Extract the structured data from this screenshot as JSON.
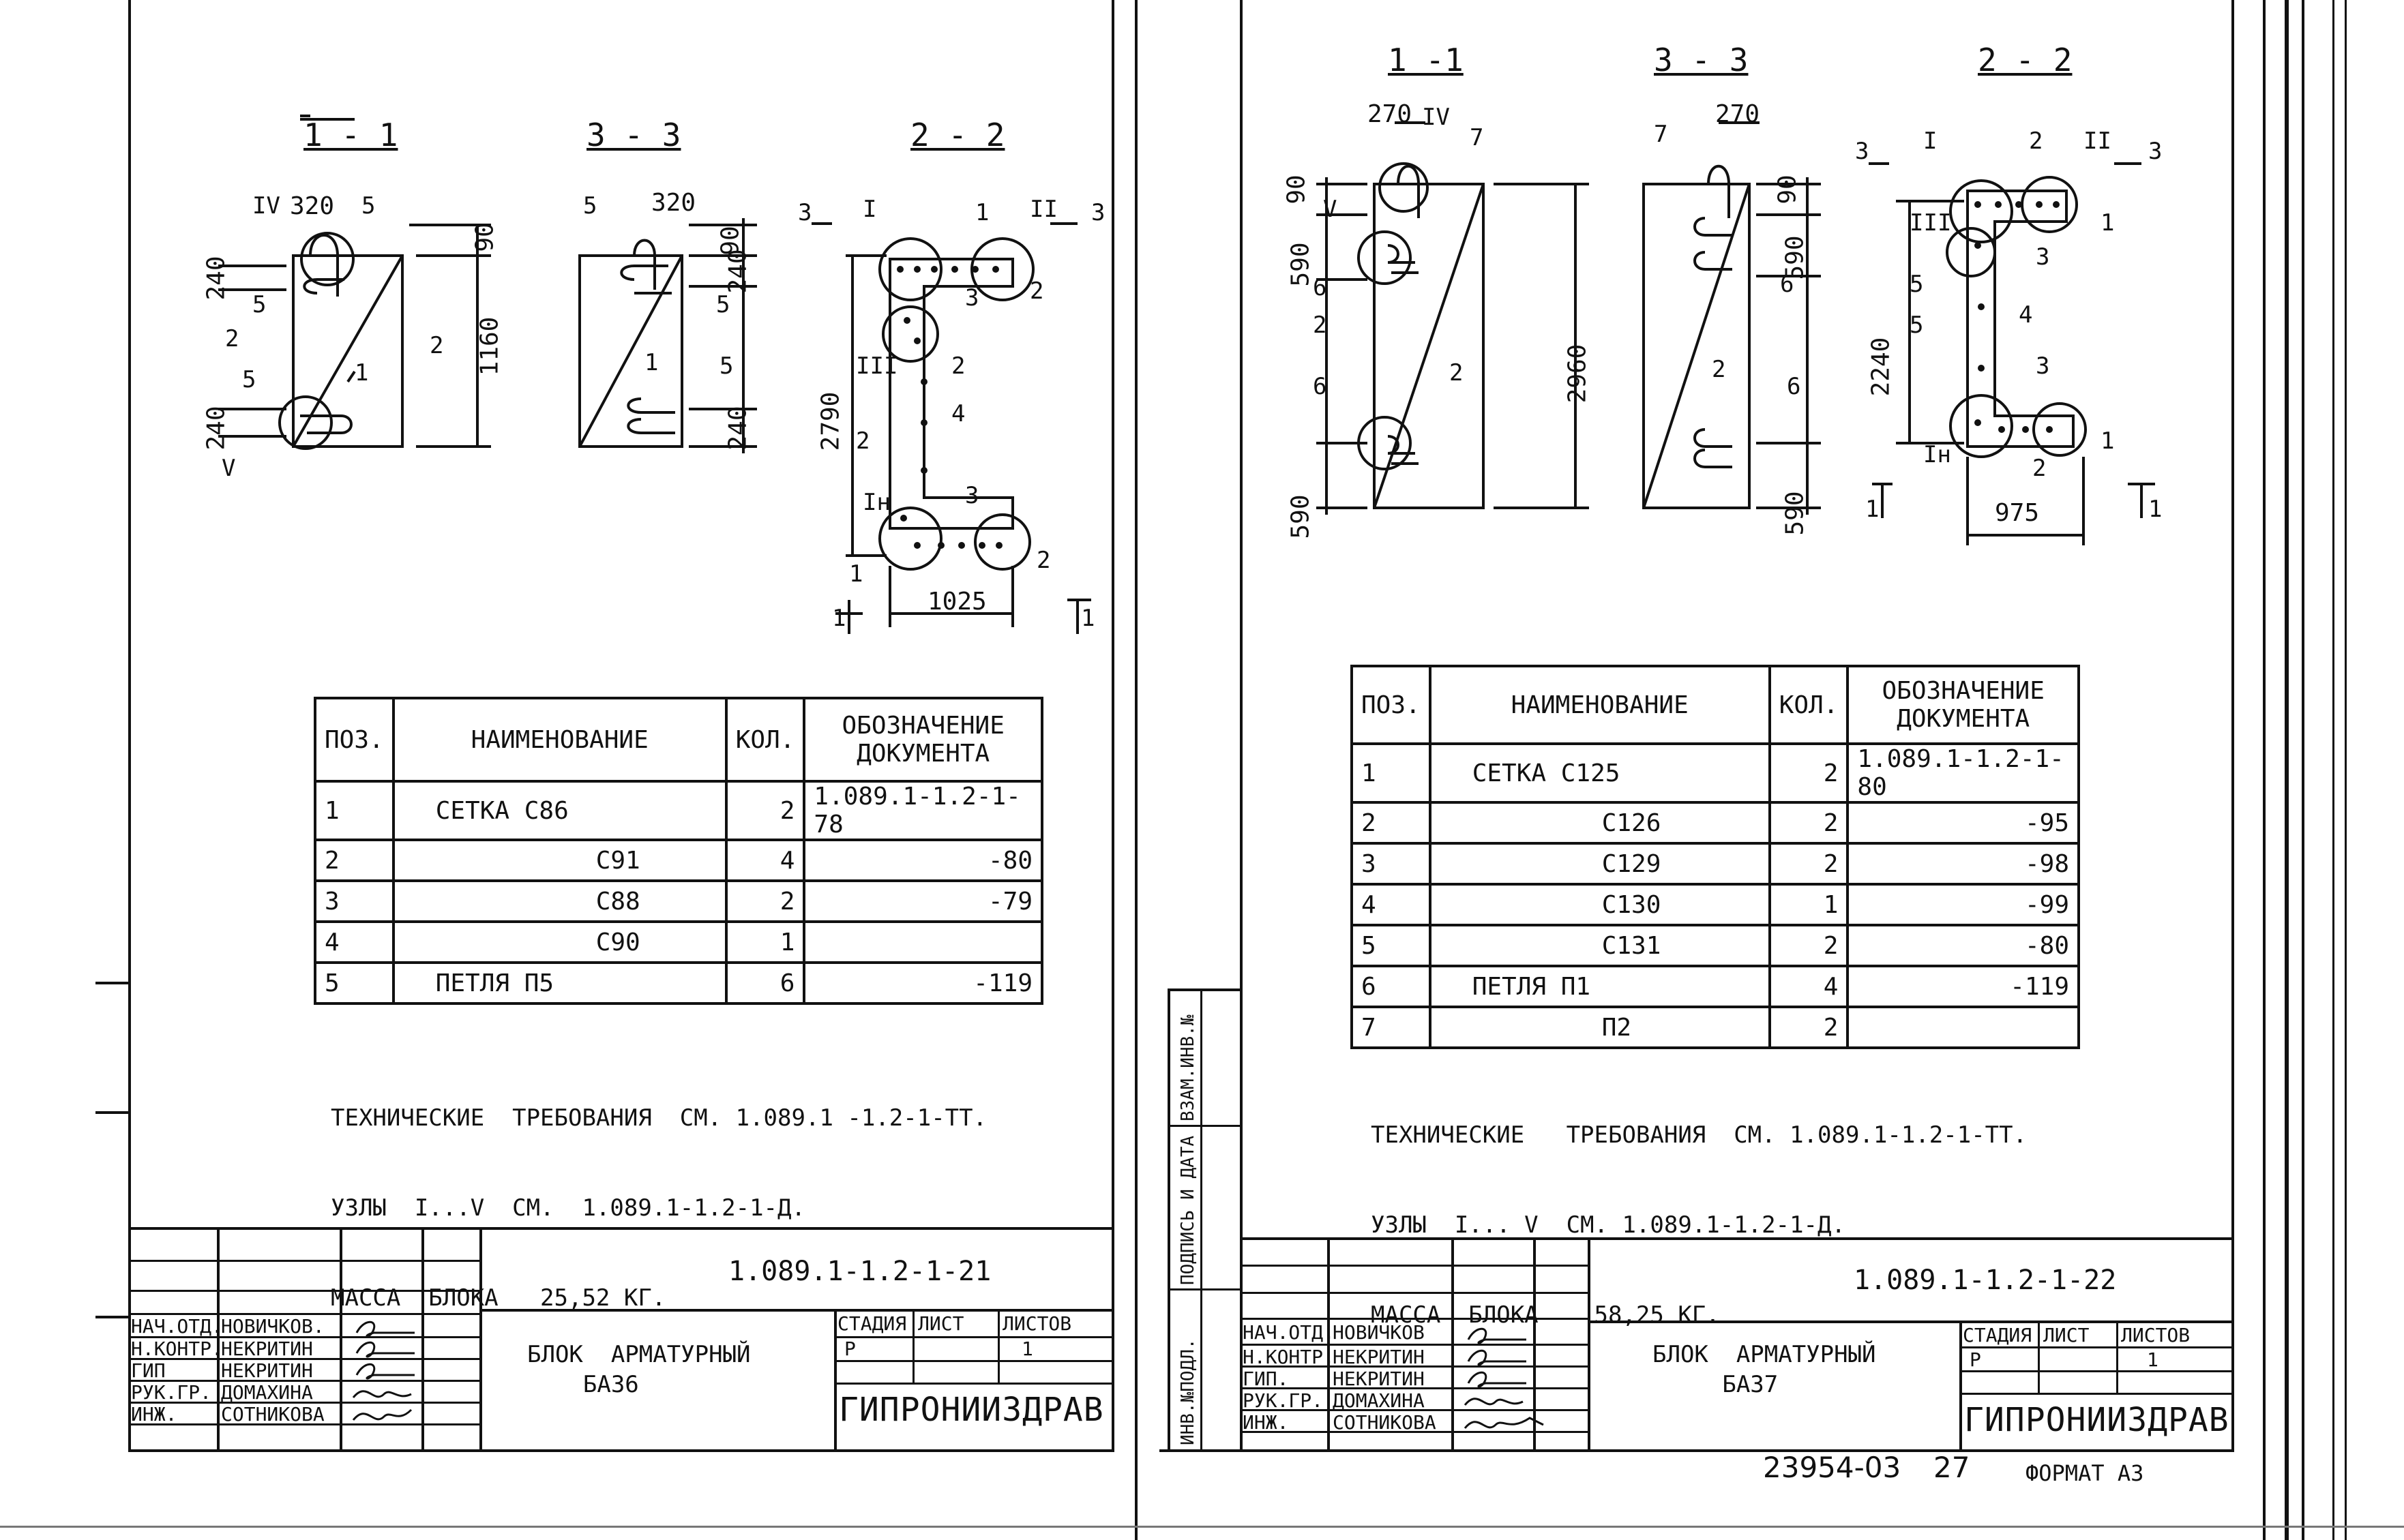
{
  "left_sheet": {
    "sections": {
      "s11": "1 - 1",
      "s33": "3 - 3",
      "s22": "2 - 2"
    },
    "dims": {
      "d320a": "320",
      "d90": "90",
      "d240a": "240",
      "d240b": "240",
      "d1160": "1160",
      "d320b": "320",
      "d90b": "90",
      "d240c": "240",
      "d240d": "240",
      "d2790": "2790",
      "d1025": "1025"
    },
    "labels": {
      "IV": "IV",
      "V": "V",
      "I": "I",
      "II": "II",
      "III": "III",
      "In": "Iн",
      "n5a": "5",
      "n5b": "5",
      "n5c": "5",
      "n1a": "1",
      "n2a": "2",
      "n2b": "2",
      "n5d": "5",
      "n5e": "5",
      "n1b": "1",
      "n5f": "5",
      "n1c": "1",
      "n2c": "2",
      "n3a": "3",
      "n2d": "2",
      "n4": "4",
      "n2e": "2",
      "n3b": "3",
      "n2f": "2",
      "n1d": "1",
      "n3c": "3",
      "n3d": "3",
      "n1e": "1",
      "n1f": "1"
    },
    "table": {
      "header": {
        "pos": "ПОЗ.",
        "name": "НАИМЕНОВАНИЕ",
        "qty": "КОЛ.",
        "doc": "ОБОЗНАЧЕНИЕ ДОКУМЕНТА"
      },
      "rows": [
        {
          "pos": "1",
          "name": "СЕТКА   С86",
          "qty": "2",
          "doc": "1.089.1-1.2-1-78"
        },
        {
          "pos": "2",
          "name": "С91",
          "qty": "4",
          "doc": "-80"
        },
        {
          "pos": "3",
          "name": "С88",
          "qty": "2",
          "doc": "-79"
        },
        {
          "pos": "4",
          "name": "С90",
          "qty": "1",
          "doc": ""
        },
        {
          "pos": "5",
          "name": "ПЕТЛЯ   П5",
          "qty": "6",
          "doc": "-119"
        }
      ]
    },
    "notes": {
      "line1": "ТЕХНИЧЕСКИЕ  ТРЕБОВАНИЯ  СМ. 1.089.1 -1.2-1-ТТ.",
      "line2": "УЗЛЫ  I...V  СМ.  1.089.1-1.2-1-Д.",
      "line3": "МАССА  БЛОКА   25,52 КГ."
    },
    "title_block": {
      "code": "1.089.1-1.2-1-21",
      "name": "БЛОК  АРМАТУРНЫЙ\n    БА36",
      "stage_label": "СТАДИЯ",
      "sheet_label": "ЛИСТ",
      "sheets_label": "ЛИСТОВ",
      "stage": "Р",
      "sheets": "1",
      "org": "ГИПРОНИИЗДРАВ",
      "roles": [
        "НАЧ.ОТД.",
        "Н.КОНТР.",
        "ГИП",
        "РУК.ГР.",
        "ИНЖ."
      ],
      "people": [
        "НОВИЧКОВ.",
        "НЕКРИТИН",
        "НЕКРИТИН",
        "ДОМАХИНА",
        "СОТНИКОВА"
      ]
    }
  },
  "right_sheet": {
    "sections": {
      "s11": "1 -1",
      "s33": "3 - 3",
      "s22": "2 - 2"
    },
    "dims": {
      "d270a": "270",
      "d90": "90",
      "d590a": "590",
      "d2960": "2960",
      "d590b": "590",
      "d270b": "270",
      "d90b": "90",
      "d590c": "590",
      "d590d": "590",
      "d2240": "2240",
      "d975": "975"
    },
    "labels": {
      "IV": "IV",
      "V": "V",
      "n7a": "7",
      "n6a": "6",
      "n6b": "6",
      "n2a": "2",
      "n2arrow": "2",
      "n7b": "7",
      "n6c": "6",
      "n2b": "2",
      "n6d": "6",
      "I": "I",
      "II": "II",
      "III": "III",
      "In": "Iн",
      "n2c": "2",
      "n1a": "1",
      "n3a": "3",
      "n5a": "5",
      "n5b": "5",
      "n4": "4",
      "n3b": "3",
      "n2d": "2",
      "n1b": "1",
      "n3c": "3",
      "n3d": "3",
      "n1c": "1",
      "n1d": "1"
    },
    "table": {
      "header": {
        "pos": "ПОЗ.",
        "name": "НАИМЕНОВАНИЕ",
        "qty": "КОЛ.",
        "doc": "ОБОЗНАЧЕНИЕ ДОКУМЕНТА"
      },
      "rows": [
        {
          "pos": "1",
          "name": "СЕТКА   С125",
          "qty": "2",
          "doc": "1.089.1-1.2-1-80"
        },
        {
          "pos": "2",
          "name": "С126",
          "qty": "2",
          "doc": "-95"
        },
        {
          "pos": "3",
          "name": "С129",
          "qty": "2",
          "doc": "-98"
        },
        {
          "pos": "4",
          "name": "С130",
          "qty": "1",
          "doc": "-99"
        },
        {
          "pos": "5",
          "name": "С131",
          "qty": "2",
          "doc": "-80"
        },
        {
          "pos": "6",
          "name": "ПЕТЛЯ   П1",
          "qty": "4",
          "doc": "-119"
        },
        {
          "pos": "7",
          "name": "П2",
          "qty": "2",
          "doc": ""
        }
      ]
    },
    "notes": {
      "line1": "ТЕХНИЧЕСКИЕ   ТРЕБОВАНИЯ  СМ. 1.089.1-1.2-1-ТТ.",
      "line2": "УЗЛЫ  I... V  СМ. 1.089.1-1.2-1-Д.",
      "line3": "МАССА  БЛОКА    58,25 КГ."
    },
    "title_block": {
      "code": "1.089.1-1.2-1-22",
      "name": "БЛОК  АРМАТУРНЫЙ\n     БА37",
      "stage_label": "СТАДИЯ",
      "sheet_label": "ЛИСТ",
      "sheets_label": "ЛИСТОВ",
      "stage": "Р",
      "sheets": "1",
      "org": "ГИПРОНИИЗДРАВ",
      "roles": [
        "НАЧ.ОТД.",
        "Н.КОНТР.",
        "ГИП.",
        "РУК.ГР.",
        "ИНЖ."
      ],
      "people": [
        "НОВИЧКОВ",
        "НЕКРИТИН",
        "НЕКРИТИН",
        "ДОМАХИНА",
        "СОТНИКОВА"
      ]
    },
    "side_labels": {
      "inv": "ИНВ.№ПОДЛ.",
      "sign": "ПОДПИСЬ И ДАТА",
      "vzam": "ВЗАМ.ИНВ.№"
    },
    "stamp": "23954-03",
    "page_no": "27",
    "format": "ФОРМАТ А3"
  }
}
